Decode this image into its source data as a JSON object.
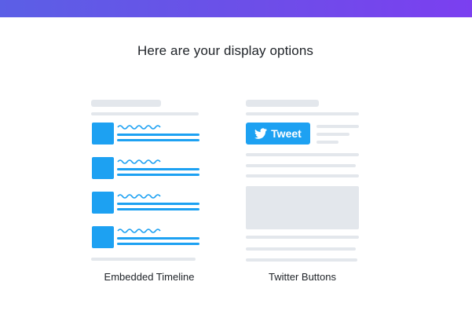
{
  "header": {
    "heading": "Here are your display options"
  },
  "options": {
    "embedded_timeline": {
      "label": "Embedded Timeline"
    },
    "twitter_buttons": {
      "label": "Twitter Buttons",
      "tweet_button_label": "Tweet"
    }
  },
  "colors": {
    "accent_gradient_start": "#5b5fe6",
    "accent_gradient_end": "#7b3ff0",
    "twitter_blue": "#1da1f2",
    "placeholder_gray": "#e3e7ec",
    "text": "#1f2328"
  },
  "icons": {
    "tweet_button_icon": "twitter-bird-icon"
  }
}
